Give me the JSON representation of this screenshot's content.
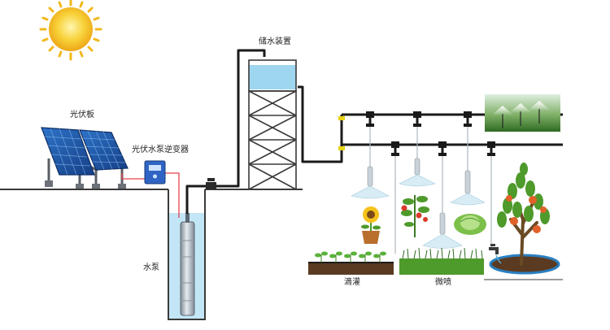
{
  "labels": {
    "solar_panel": "光伏板",
    "inverter": "光伏水泵逆变器",
    "water_tower": "储水装置",
    "pump": "水泵",
    "drip": "滴灌",
    "micro_spray": "微喷"
  },
  "colors": {
    "pipe": "#1a1a1a",
    "ground_line": "#3a3a3a",
    "water": "#9fd6ef",
    "well_water": "#c2e6f5",
    "panel": "#1f5fb0",
    "sun": "#f6c01c",
    "wire": "#e8424c",
    "grass": "#4e9a2b",
    "soil": "#5a3b22",
    "valve": "#e8d316"
  }
}
